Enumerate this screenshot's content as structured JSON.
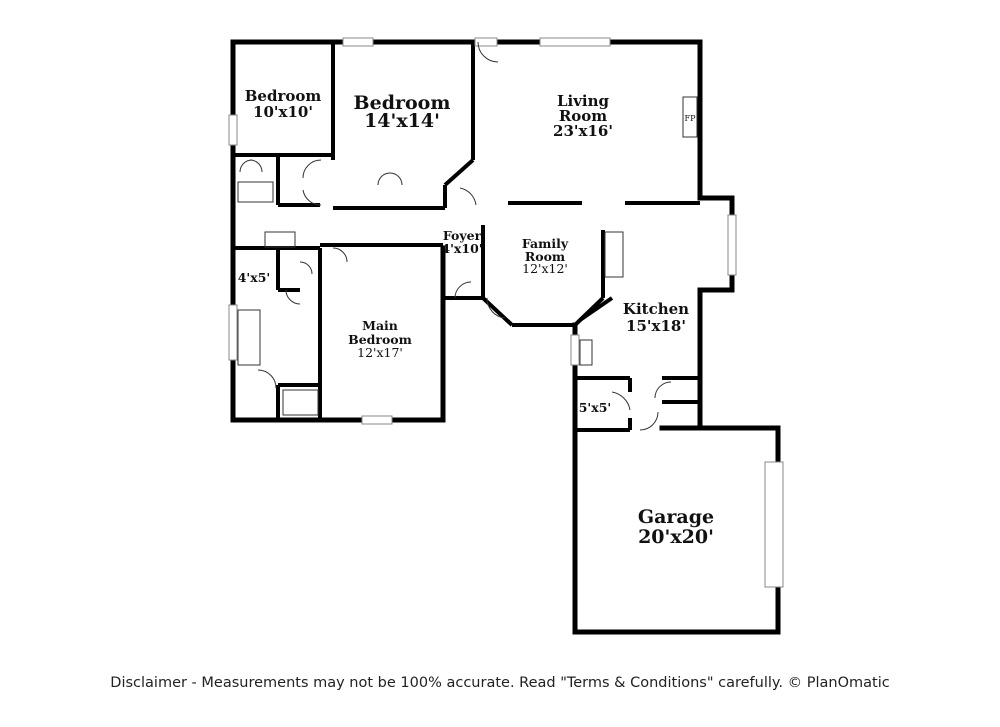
{
  "rooms": {
    "bedroom_small": {
      "name": "Bedroom",
      "size": "10'x10'"
    },
    "bedroom_mid": {
      "name": "Bedroom",
      "size": "14'x14'"
    },
    "living_room": {
      "name_line1": "Living",
      "name_line2": "Room",
      "size": "23'x16'"
    },
    "foyer": {
      "name": "Foyer",
      "size": "4'x10'"
    },
    "family_room": {
      "name_line1": "Family",
      "name_line2": "Room",
      "size": "12'x12'"
    },
    "kitchen": {
      "name": "Kitchen",
      "size": "15'x18'"
    },
    "main_bedroom": {
      "name_line1": "Main",
      "name_line2": "Bedroom",
      "size": "12'x17'"
    },
    "bath_small": {
      "size": "4'x5'"
    },
    "laundry": {
      "size": "5'x5'"
    },
    "garage": {
      "name": "Garage",
      "size": "20'x20'"
    }
  },
  "fireplace_label": "FP",
  "colors": {
    "wall": "#000000",
    "window": "#888888",
    "background": "#ffffff"
  },
  "footer": {
    "disclaimer": "Disclaimer - Measurements may not be 100% accurate. Read \"Terms & Conditions\" carefully. © PlanOmatic"
  }
}
